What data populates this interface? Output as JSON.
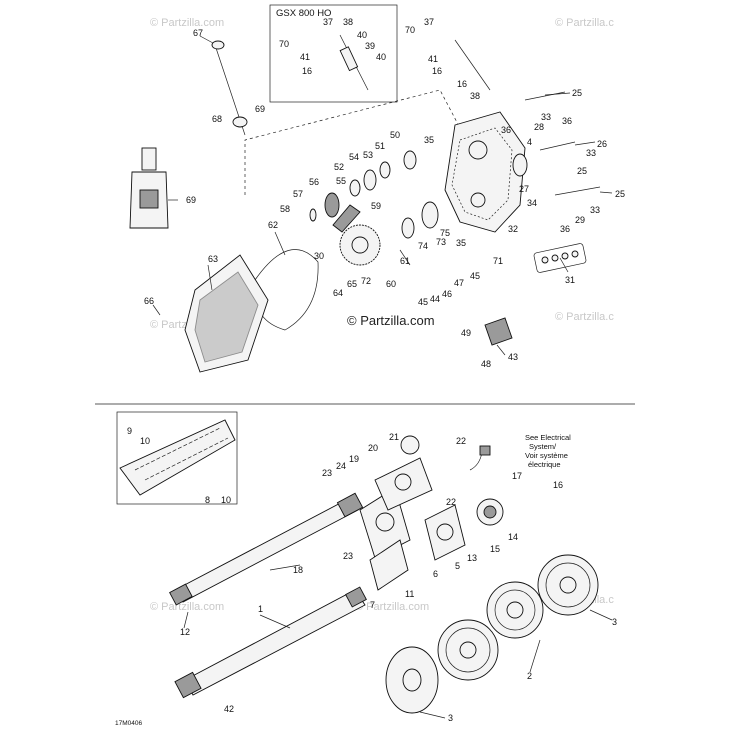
{
  "inset_title": "GSX 800 HO",
  "watermarks": [
    "© Partzilla.com",
    "© Partzilla.com",
    "© Partzilla.com",
    "© Partzilla.c",
    "© Partzilla.c",
    "© Partzilla.com",
    "© Partzilla.c"
  ],
  "watermark_center": "© Partzilla.com",
  "electrical_note": [
    "See Electrical",
    "System/",
    "Voir système",
    "électrique"
  ],
  "figure_code": "17M0406",
  "labels": {
    "l67": "67",
    "l69": "69",
    "l68": "68",
    "l69b": "69",
    "l37": "37",
    "l38": "38",
    "l40": "40",
    "l70": "70",
    "l39": "39",
    "l41": "41",
    "l40b": "40",
    "l16": "16",
    "l37b": "37",
    "l70b": "70",
    "l41b": "41",
    "l16b": "16",
    "l16c": "16",
    "l38b": "38",
    "l25": "25",
    "l33": "33",
    "l28": "28",
    "l36": "36",
    "l36b": "36",
    "l26": "26",
    "l33b": "33",
    "l50": "50",
    "l35": "35",
    "l51": "51",
    "l4": "4",
    "l54": "54",
    "l53": "53",
    "l52": "52",
    "l55": "55",
    "l56": "56",
    "l57": "57",
    "l58": "58",
    "l59": "59",
    "l27": "27",
    "l25b": "25",
    "l25c": "25",
    "l34": "34",
    "l29": "29",
    "l33c": "33",
    "l36c": "36",
    "l62": "62",
    "l32": "32",
    "l75": "75",
    "l74": "74",
    "l73": "73",
    "l35b": "35",
    "l30": "30",
    "l61": "61",
    "l71": "71",
    "l63": "63",
    "l72": "72",
    "l60": "60",
    "l65": "65",
    "l64": "64",
    "l31": "31",
    "l47": "47",
    "l45": "45",
    "l46": "46",
    "l66": "66",
    "l45b": "45",
    "l44": "44",
    "l49": "49",
    "l43": "43",
    "l48": "48",
    "l21": "21",
    "l22": "22",
    "l20": "20",
    "l9": "9",
    "l10": "10",
    "l19": "19",
    "l23": "23",
    "l24": "24",
    "l22b": "22",
    "l17": "17",
    "l16d": "16",
    "l8": "8",
    "l10b": "10",
    "l14": "14",
    "l13": "13",
    "l15": "15",
    "l23b": "23",
    "l6": "6",
    "l5": "5",
    "l18": "18",
    "l7": "7",
    "l11": "11",
    "l1": "1",
    "l3": "3",
    "l12": "12",
    "l2": "2",
    "l42": "42",
    "l3b": "3"
  }
}
